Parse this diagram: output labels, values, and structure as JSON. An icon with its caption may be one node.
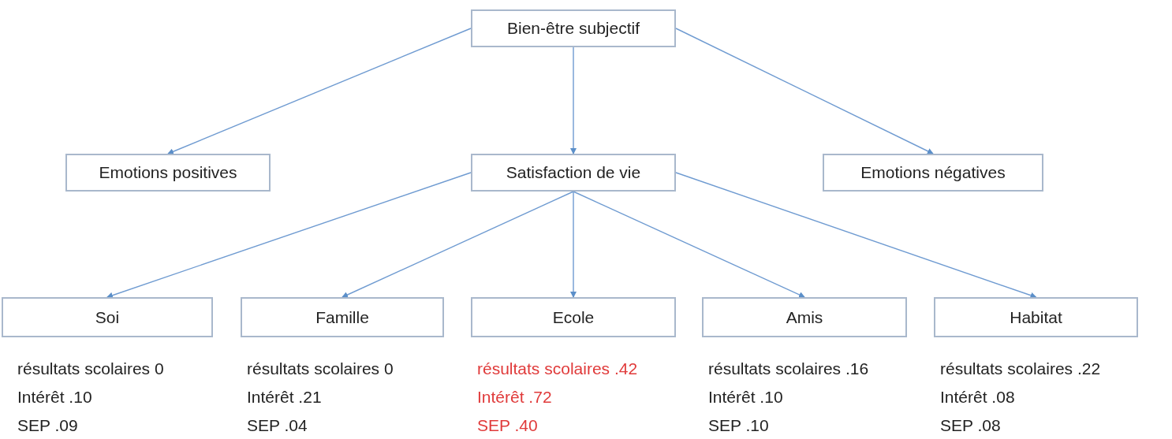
{
  "diagram": {
    "nodes": [
      {
        "text": [
          "Bien-être subjectif"
        ]
      },
      {
        "text": [
          "Emotions positives"
        ]
      },
      {
        "text": [
          "Satisfaction de vie"
        ]
      },
      {
        "text": [
          "Emotions négatives"
        ]
      },
      {
        "text": [
          "Soi"
        ],
        "beside": [
          "résultats scolaires 0",
          "Intérêt .10",
          "SEP .09"
        ]
      },
      {
        "text": [
          "Famille"
        ],
        "beside": [
          "résultats scolaires 0",
          "Intérêt .21",
          "SEP .04"
        ]
      },
      {
        "text": [
          "Ecole"
        ],
        "beside": [
          "résultats scolaires .42",
          "Intérêt .72",
          "SEP .40"
        ]
      },
      {
        "text": [
          "Amis"
        ],
        "beside": [
          "résultats scolaires .16",
          "Intérêt .10",
          "SEP .10"
        ]
      },
      {
        "text": [
          "Habitat"
        ],
        "beside": [
          "résultats scolaires .22",
          "Intérêt .08",
          "SEP .08"
        ]
      }
    ],
    "edges": [
      {
        "from": 0,
        "to": 1,
        "arrow": "to"
      },
      {
        "from": 0,
        "to": 2,
        "arrow": "to"
      },
      {
        "from": 0,
        "to": 3,
        "arrow": "to"
      },
      {
        "from": 2,
        "to": 4,
        "arrow": "to"
      },
      {
        "from": 2,
        "to": 5,
        "arrow": "to"
      },
      {
        "from": 2,
        "to": 6,
        "arrow": "to"
      },
      {
        "from": 2,
        "to": 7,
        "arrow": "to"
      },
      {
        "from": 2,
        "to": 8,
        "arrow": "to"
      }
    ]
  }
}
